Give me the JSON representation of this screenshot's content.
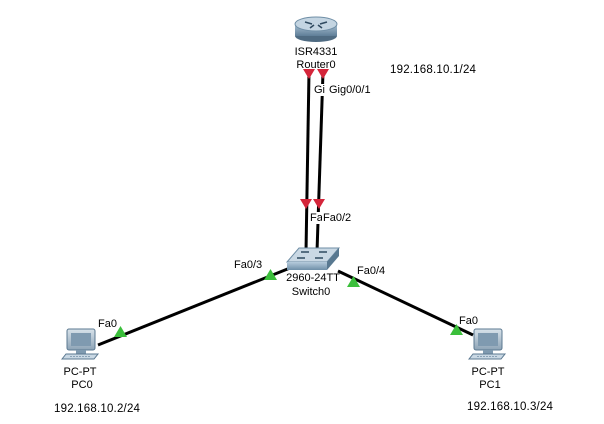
{
  "devices": {
    "router": {
      "model": "ISR4331",
      "name": "Router0",
      "ip": "192.168.10.1/24"
    },
    "switch": {
      "model": "2960-24TT",
      "name": "Switch0"
    },
    "pc0": {
      "model": "PC-PT",
      "name": "PC0",
      "ip": "192.168.10.2/24"
    },
    "pc1": {
      "model": "PC-PT",
      "name": "PC1",
      "ip": "192.168.10.3/24"
    }
  },
  "ports": {
    "router_left": "Gi",
    "router_right": "Gig0/0/1",
    "switch_top_left": "Fa",
    "switch_top_right": "Fa0/2",
    "switch_left": "Fa0/3",
    "switch_right": "Fa0/4",
    "pc0": "Fa0",
    "pc1": "Fa0"
  },
  "colors": {
    "link_down": "#d4253a",
    "link_up": "#3bbf3b",
    "cable": "#000000",
    "router_body": "#6f8fa8",
    "switch_body": "#6f8fa8"
  }
}
